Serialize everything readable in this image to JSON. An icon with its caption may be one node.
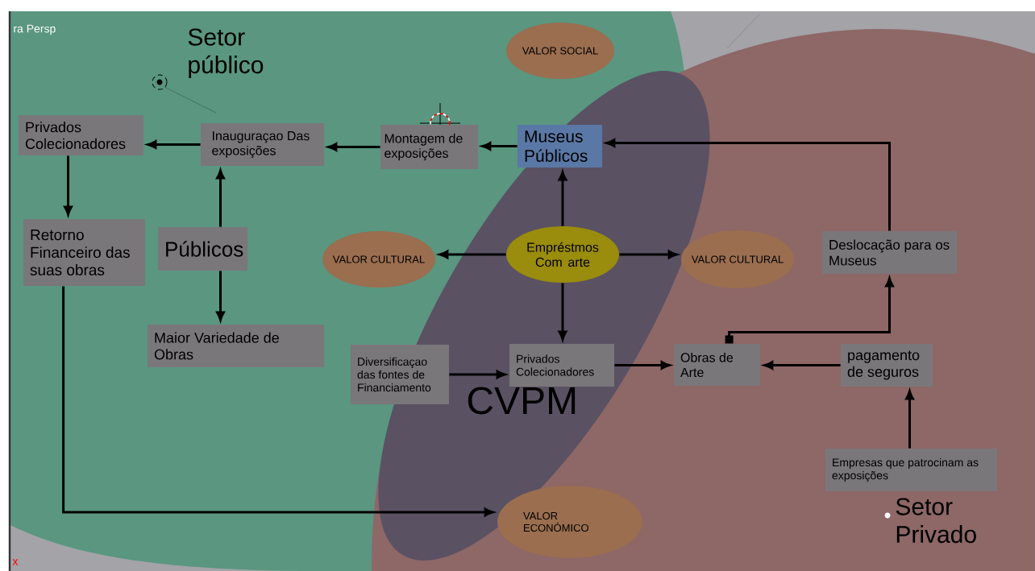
{
  "diagram": {
    "nodes": [
      {
        "text": [
          "Setor público"
        ]
      },
      {
        "text": [
          "VALOR SOCIAL"
        ]
      },
      {
        "text": [
          "Privados Colecionadores"
        ]
      },
      {
        "text": [
          "Inauguraçao Das exposições"
        ]
      },
      {
        "text": [
          "Montagem de exposições"
        ]
      },
      {
        "text": [
          "Museus Públicos"
        ]
      },
      {
        "text": [
          "Retorno Financeiro das suas obras"
        ]
      },
      {
        "text": [
          "Públicos"
        ]
      },
      {
        "text": [
          "VALOR CULTURAL"
        ]
      },
      {
        "text": [
          "Empréstmos Com arte"
        ]
      },
      {
        "text": [
          "VALOR CULTURAL"
        ]
      },
      {
        "text": [
          "Deslocação para os Museus"
        ]
      },
      {
        "text": [
          "Maior Variedade de Obras"
        ]
      },
      {
        "text": [
          "Diversificaçao das fontes de Financiamento"
        ]
      },
      {
        "text": [
          "CVPM"
        ]
      },
      {
        "text": [
          "Privados Colecionadores"
        ]
      },
      {
        "text": [
          "Obras de Arte"
        ]
      },
      {
        "text": [
          "pagamento de seguros"
        ]
      },
      {
        "text": [
          "Empresas que patrocinam as exposições"
        ]
      },
      {
        "text": [
          "VALOR ECONÓMICO"
        ]
      },
      {
        "text": [
          "Setor Privado"
        ]
      }
    ],
    "edges": [
      {
        "from": 4,
        "to": 3,
        "arrow": "to"
      },
      {
        "from": 3,
        "to": 2,
        "arrow": "to"
      },
      {
        "from": 5,
        "to": 4,
        "arrow": "to"
      },
      {
        "from": 2,
        "to": 6,
        "arrow": "to"
      },
      {
        "from": 7,
        "to": 3,
        "arrow": "to"
      },
      {
        "from": 7,
        "to": 12,
        "arrow": "to"
      },
      {
        "from": 6,
        "to": 19,
        "arrow": "to"
      },
      {
        "from": 9,
        "to": 5,
        "arrow": "to"
      },
      {
        "from": 9,
        "to": 8,
        "arrow": "to"
      },
      {
        "from": 9,
        "to": 10,
        "arrow": "to"
      },
      {
        "from": 9,
        "to": 15,
        "arrow": "to"
      },
      {
        "from": 13,
        "to": 15,
        "arrow": "to"
      },
      {
        "from": 15,
        "to": 16,
        "arrow": "to"
      },
      {
        "from": 17,
        "to": 16,
        "arrow": "to"
      },
      {
        "from": 18,
        "to": 17,
        "arrow": "to"
      },
      {
        "from": 16,
        "to": 11,
        "arrow": "to"
      },
      {
        "from": 11,
        "to": 5,
        "arrow": "to"
      }
    ],
    "labels": [
      "ra Persp",
      "x"
    ]
  }
}
